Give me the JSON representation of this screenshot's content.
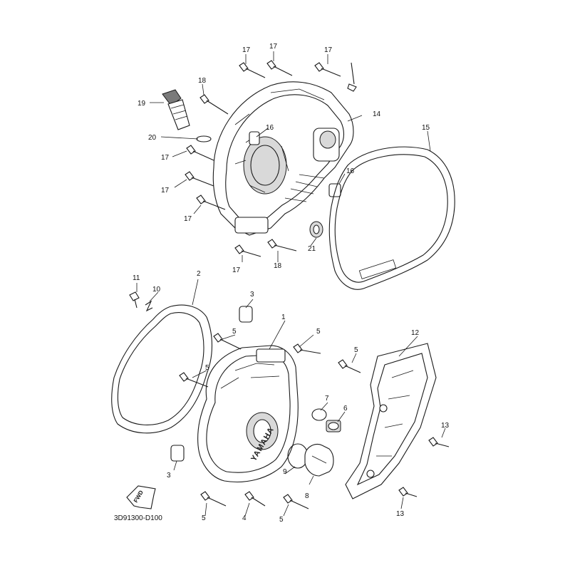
{
  "diagram_code": "3D91300-D100",
  "fwd_label": "FWD",
  "brand_text": "YAMAHA",
  "callouts": {
    "c1": "1",
    "c2": "2",
    "c3a": "3",
    "c3b": "3",
    "c4": "4",
    "c5a": "5",
    "c5b": "5",
    "c5c": "5",
    "c5d": "5",
    "c5e": "5",
    "c5f": "5",
    "c6": "6",
    "c7": "7",
    "c8": "8",
    "c9": "9",
    "c10": "10",
    "c11": "11",
    "c12": "12",
    "c13a": "13",
    "c13b": "13",
    "c14": "14",
    "c15": "15",
    "c16a": "16",
    "c16b": "16",
    "c17a": "17",
    "c17b": "17",
    "c17c": "17",
    "c17d": "17",
    "c17e": "17",
    "c17f": "17",
    "c17g": "17",
    "c18a": "18",
    "c18b": "18",
    "c19": "19",
    "c20": "20",
    "c21": "21"
  }
}
